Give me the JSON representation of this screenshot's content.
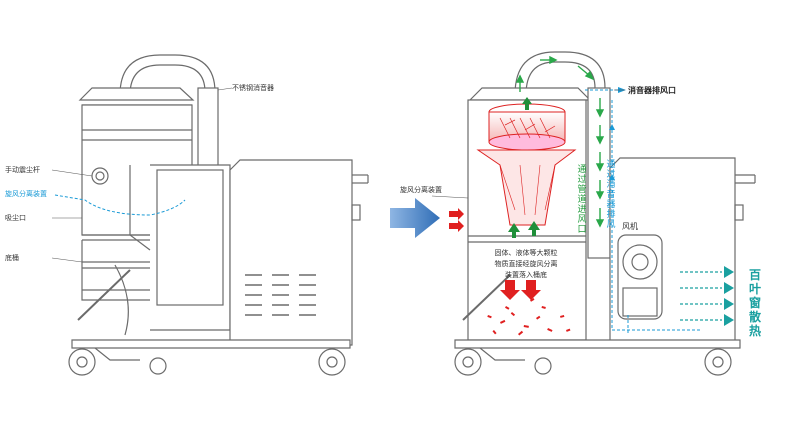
{
  "left_labels": {
    "muffler": "不锈钢消音器",
    "manual_shaker": "手动震尘杆",
    "cyclone": "旋风分离装置",
    "suction_port": "吸尘口",
    "bucket": "底桶"
  },
  "right_labels": {
    "cyclone": "旋风分离装置",
    "muffler_exhaust": "消音器排风口",
    "fan": "风机",
    "pipe_to_port": "通过管道进风口",
    "muffler_out": "通过消音器排风",
    "louver": "百叶窗散热",
    "particles_note": "固体、液体等大颗粒物质直接经旋风分离装置落入桶底"
  },
  "colors": {
    "line": "#6b6b6b",
    "blue_text": "#1a9ad6",
    "green_arrow": "#2aa84a",
    "red_arrow": "#e02020",
    "teal_arrow": "#1aa0a0",
    "big_arrow": "#3f7fc4"
  }
}
